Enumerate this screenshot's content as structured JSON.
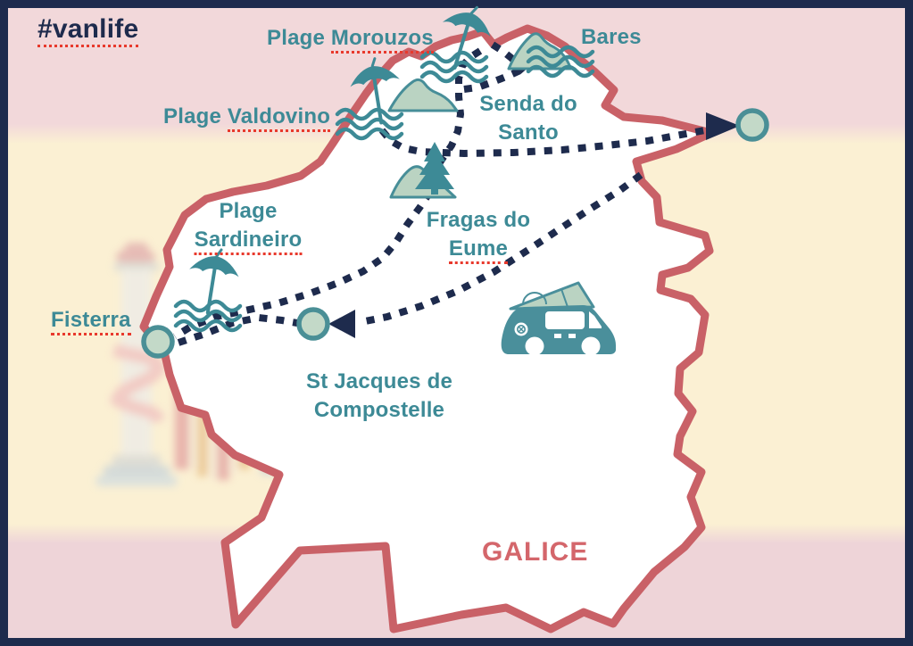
{
  "title": {
    "hashtag": "#vanlife"
  },
  "labels": {
    "plage_morouzos": {
      "prefix": "Plage",
      "name": "Morouzos"
    },
    "bares": {
      "name": "Bares"
    },
    "plage_valdovino": {
      "prefix": "Plage",
      "name": "Valdovino"
    },
    "senda_do_santo": {
      "line1": "Senda do",
      "line2": "Santo"
    },
    "fragas_do_eume": {
      "line1": "Fragas do",
      "line2": "Eume"
    },
    "plage_sardineiro": {
      "line1": "Plage",
      "line2": "Sardineiro"
    },
    "fisterra": {
      "name": "Fisterra"
    },
    "st_jacques": {
      "line1": "St Jacques de",
      "line2": "Compostelle"
    },
    "galice": {
      "name": "GALICE"
    }
  },
  "icons": [
    "beach-umbrella-icon",
    "waves-icon",
    "mountain-icon",
    "pine-tree-icon",
    "camper-van-icon",
    "location-circle-marker",
    "route-arrow-icon",
    "spain-coat-of-arms"
  ],
  "colors": {
    "frame_navy": "#1e2b4d",
    "route_navy": "#1e2b4d",
    "label_teal": "#3d8a96",
    "icon_teal": "#4a8f9b",
    "outline_coral": "#c96167",
    "galice_coral": "#d4666b",
    "underline_red": "#e8392c",
    "marker_fill_sage": "#c3d9c8",
    "mountain_sage": "#bad3c2",
    "flag_pink": "#f2d8da",
    "flag_yellow": "#fbf0d3"
  }
}
